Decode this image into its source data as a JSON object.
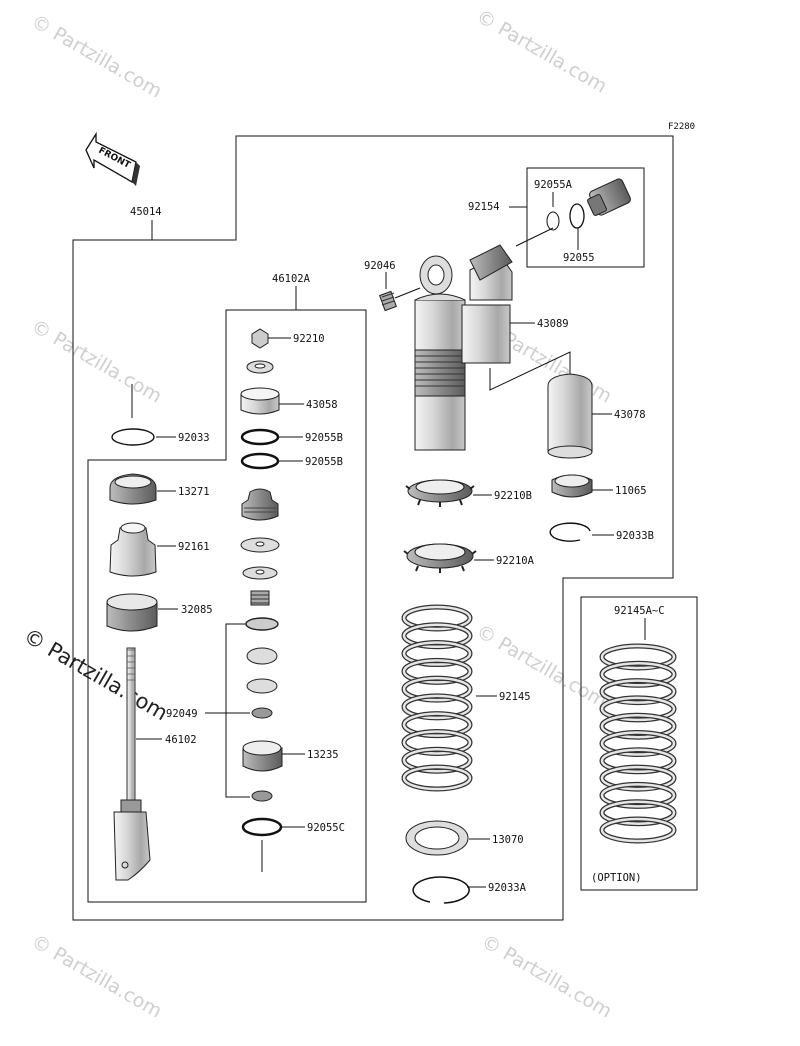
{
  "figure_code": "F2280",
  "front_arrow_text": "FRONT",
  "watermark_text": "© Partzilla.com",
  "option_label": "(OPTION)",
  "labels": {
    "p45014": "45014",
    "p46102A": "46102A",
    "p92210": "92210",
    "p43058": "43058",
    "p92055B_1": "92055B",
    "p92055B_2": "92055B",
    "p92033": "92033",
    "p13271": "13271",
    "p92161": "92161",
    "p32085": "32085",
    "p92049": "92049",
    "p46102": "46102",
    "p13235": "13235",
    "p92055C": "92055C",
    "p92046": "92046",
    "p92154": "92154",
    "p92055A": "92055A",
    "p92055": "92055",
    "p43089": "43089",
    "p43078": "43078",
    "p92210B": "92210B",
    "p11065": "11065",
    "p92033B": "92033B",
    "p92210A": "92210A",
    "p92145": "92145",
    "p13070": "13070",
    "p92033A": "92033A",
    "p92145AC": "92145A~C"
  }
}
